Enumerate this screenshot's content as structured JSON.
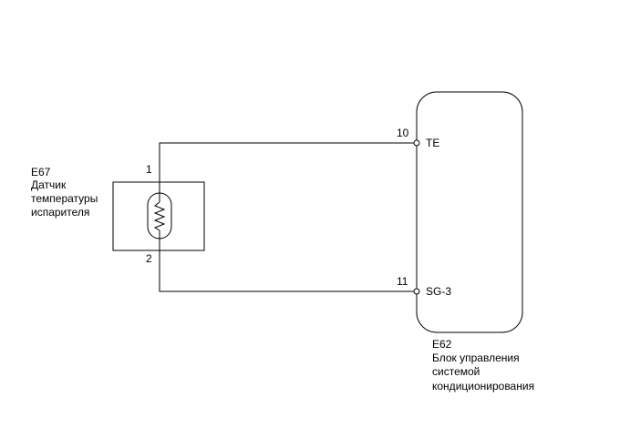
{
  "sensor": {
    "code": "E67",
    "name_line1": "Датчик",
    "name_line2": "температуры",
    "name_line3": "испарителя",
    "pin_top": "1",
    "pin_bottom": "2"
  },
  "ecu": {
    "code": "E62",
    "name_line1": "Блок управления",
    "name_line2": "системой",
    "name_line3": "кондиционирования",
    "pins": [
      {
        "number": "10",
        "label": "TE"
      },
      {
        "number": "11",
        "label": "SG-3"
      }
    ]
  },
  "colors": {
    "line": "#000000",
    "background": "#ffffff"
  }
}
